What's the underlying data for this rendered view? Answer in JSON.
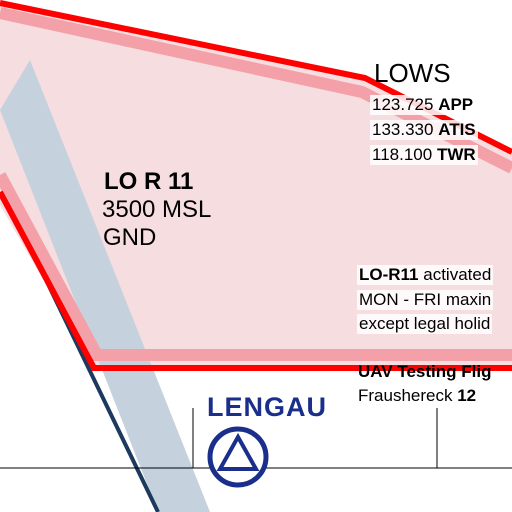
{
  "map": {
    "restricted_area": {
      "name": "LO R 11",
      "upper_limit": "3500 MSL",
      "lower_limit": "GND",
      "fill_color": "#f6dde0",
      "border_color": "#ff0000"
    },
    "airport_info": {
      "name": "LOWS",
      "frequencies": [
        {
          "freq": "123.725",
          "service": "APP"
        },
        {
          "freq": "133.330",
          "service": "ATIS"
        },
        {
          "freq": "118.100",
          "service": "TWR"
        }
      ]
    },
    "notice": {
      "area_id": "LO-R11",
      "line1_rest": " activated",
      "line2": "MON - FRI maxin",
      "line3": "except legal holid"
    },
    "uav_notice": {
      "title": "UAV Testing Flig",
      "location": "Fraushereck ",
      "frequency": "12"
    },
    "reporting_point": {
      "name": "LENGAU",
      "color": "#1a2e8c"
    },
    "corridor_color": "#c5d2de",
    "route_color": "#1c3a5e"
  }
}
